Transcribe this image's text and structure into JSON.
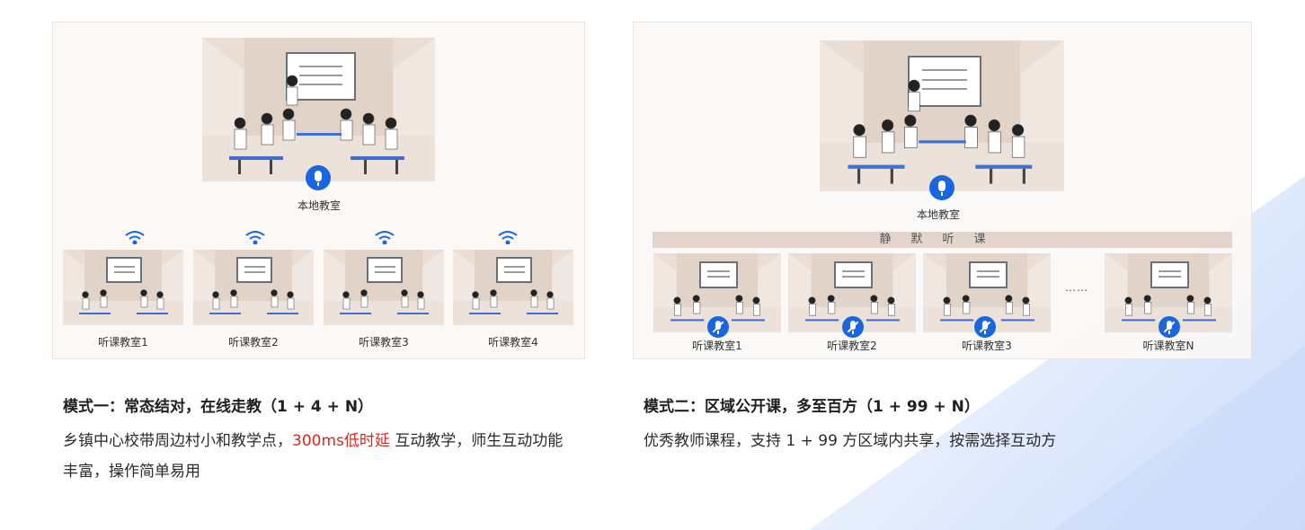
{
  "left": {
    "local_label": "本地教室",
    "remote_labels": [
      "听课教室1",
      "听课教室2",
      "听课教室3",
      "听课教室4"
    ],
    "title": "模式一：常态结对，在线走教（1 + 4 + N）",
    "desc_part1": "乡镇中心校带周边村小和教学点，",
    "desc_highlight": "300ms低时延",
    "desc_part2": " 互动教学，师生互动功能丰富，操作简单易用"
  },
  "right": {
    "local_label": "本地教室",
    "silent_label": "静默听课",
    "remote_labels": [
      "听课教室1",
      "听课教室2",
      "听课教室3",
      "听课教室N"
    ],
    "ellipsis": "……",
    "title": "模式二：区域公开课，多至百方（1 + 99 + N）",
    "desc": "优秀教师课程，支持 1 + 99 方区域内共享，按需选择互动方"
  },
  "colors": {
    "accent": "#1a66e0",
    "highlight": "#e0261b"
  },
  "icons": [
    "microphone-icon",
    "microphone-muted-icon",
    "wifi-signal-icon"
  ]
}
